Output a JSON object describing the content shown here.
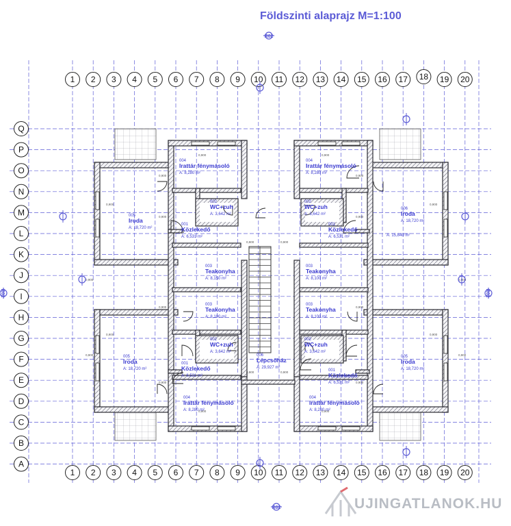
{
  "title": "Földszinti alaprajz M=1:100",
  "section_marks": [
    "R02",
    "R02",
    "R02",
    "R02"
  ],
  "grid_columns": [
    "1",
    "2",
    "3",
    "4",
    "5",
    "6",
    "7",
    "8",
    "9",
    "10",
    "11",
    "12",
    "13",
    "14",
    "15",
    "16",
    "17",
    "18",
    "19",
    "20"
  ],
  "grid_rows": [
    "Q",
    "P",
    "O",
    "N",
    "M",
    "L",
    "K",
    "J",
    "I",
    "H",
    "G",
    "F",
    "E",
    "D",
    "C",
    "B",
    "A"
  ],
  "rooms": [
    {
      "id": "r1",
      "num": "004",
      "name": "Irattár fénymásoló",
      "area": "A: 8,280 m²"
    },
    {
      "id": "r2",
      "num": "004",
      "name": "Irattár fénymásoló",
      "area": "A: 8,280 m²"
    },
    {
      "id": "r3",
      "num": "002",
      "name": "WC+zuh",
      "area": "A: 3,642 m²"
    },
    {
      "id": "r4",
      "num": "002",
      "name": "WC+zuh",
      "area": "A: 3,642 m²"
    },
    {
      "id": "r5",
      "num": "005",
      "name": "Iroda",
      "area": "A: 18,720 m²"
    },
    {
      "id": "r6",
      "num": "006",
      "name": "Iroda",
      "area": "A: 18,720 m²"
    },
    {
      "id": "r6b",
      "num": "",
      "name": "",
      "area": "A: 15,840 m²"
    },
    {
      "id": "r7",
      "num": "001",
      "name": "Közlekedő",
      "area": "A: 6,531 m²"
    },
    {
      "id": "r8",
      "num": "001",
      "name": "Közlekedő",
      "area": "A: 6,531 m²"
    },
    {
      "id": "r9",
      "num": "003",
      "name": "Teakonyha",
      "area": "A: 8,150 m²"
    },
    {
      "id": "r10",
      "num": "003",
      "name": "Teakonyha",
      "area": "A: 8,100 m²"
    },
    {
      "id": "r11",
      "num": "003",
      "name": "Teakonyha",
      "area": "A: 8,100 m²"
    },
    {
      "id": "r12",
      "num": "003",
      "name": "Teakonyha",
      "area": "A: 8,100 m²"
    },
    {
      "id": "r13",
      "num": "002",
      "name": "WC+zuh",
      "area": "A: 3,642 m²"
    },
    {
      "id": "r14",
      "num": "002",
      "name": "WC+zuh",
      "area": "A: 3,642 m²"
    },
    {
      "id": "r15",
      "num": "005",
      "name": "Iroda",
      "area": "A: 18,720 m²"
    },
    {
      "id": "r16",
      "num": "005",
      "name": "Iroda",
      "area": "A: 18,720 m²"
    },
    {
      "id": "r17",
      "num": "001",
      "name": "Közlekedő",
      "area": "A: 6,531 m²"
    },
    {
      "id": "r18",
      "num": "006",
      "name": "Lépcsőház",
      "area": "A: 29,927 m²"
    },
    {
      "id": "r19",
      "num": "001",
      "name": "Közlekedő",
      "area": "A: 6,531 m²"
    },
    {
      "id": "r20",
      "num": "004",
      "name": "Irattár fénymásoló",
      "area": "A: 8,280 m²"
    },
    {
      "id": "r21",
      "num": "004",
      "name": "Irattár fénymásoló",
      "area": "A: 8,280 m²"
    }
  ],
  "colors": {
    "grid": "#5b5bd6",
    "wall": "#2b2b33",
    "label": "#3a3ad0",
    "brand": "#b9bdc4"
  },
  "brand": {
    "text": "UJINGATLANOK.HU",
    "logo": "house-logo-icon"
  }
}
